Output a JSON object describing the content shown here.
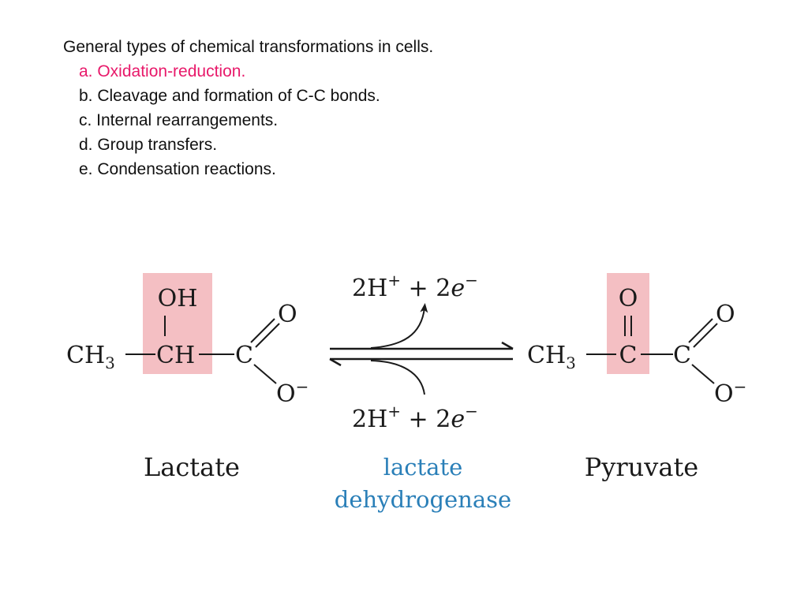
{
  "heading": "General types of chemical transformations in cells.",
  "items": [
    {
      "text": "a. Oxidation-reduction.",
      "highlighted": true
    },
    {
      "text": "b. Cleavage and formation of C-C bonds.",
      "highlighted": false
    },
    {
      "text": "c. Internal rearrangements.",
      "highlighted": false
    },
    {
      "text": "d. Group transfers.",
      "highlighted": false
    },
    {
      "text": "e. Condensation reactions.",
      "highlighted": false
    }
  ],
  "colors": {
    "highlight_text": "#e8196a",
    "highlight_box": "#f4bfc3",
    "enzyme_text": "#2a7fb8"
  },
  "reaction": {
    "lactate": {
      "methyl": "CH",
      "methyl_sub": "3",
      "carbon": "CH",
      "hydroxyl": "OH",
      "carboxyl_c": "C",
      "oxygen": "O",
      "oxide": "O",
      "charge": "−",
      "name": "Lactate"
    },
    "pyruvate": {
      "methyl": "CH",
      "methyl_sub": "3",
      "carbon": "C",
      "keto_oxygen": "O",
      "carboxyl_c": "C",
      "oxygen": "O",
      "oxide": "O",
      "charge": "−",
      "name": "Pyruvate"
    },
    "top_product": {
      "coef": "2H",
      "sup1": "+",
      "mid": " + 2",
      "e": "e",
      "sup2": "−"
    },
    "bottom_reactant": {
      "coef": "2H",
      "sup1": "+",
      "mid": " + 2",
      "e": "e",
      "sup2": "−"
    },
    "enzyme": [
      "lactate",
      "dehydrogenase"
    ]
  }
}
